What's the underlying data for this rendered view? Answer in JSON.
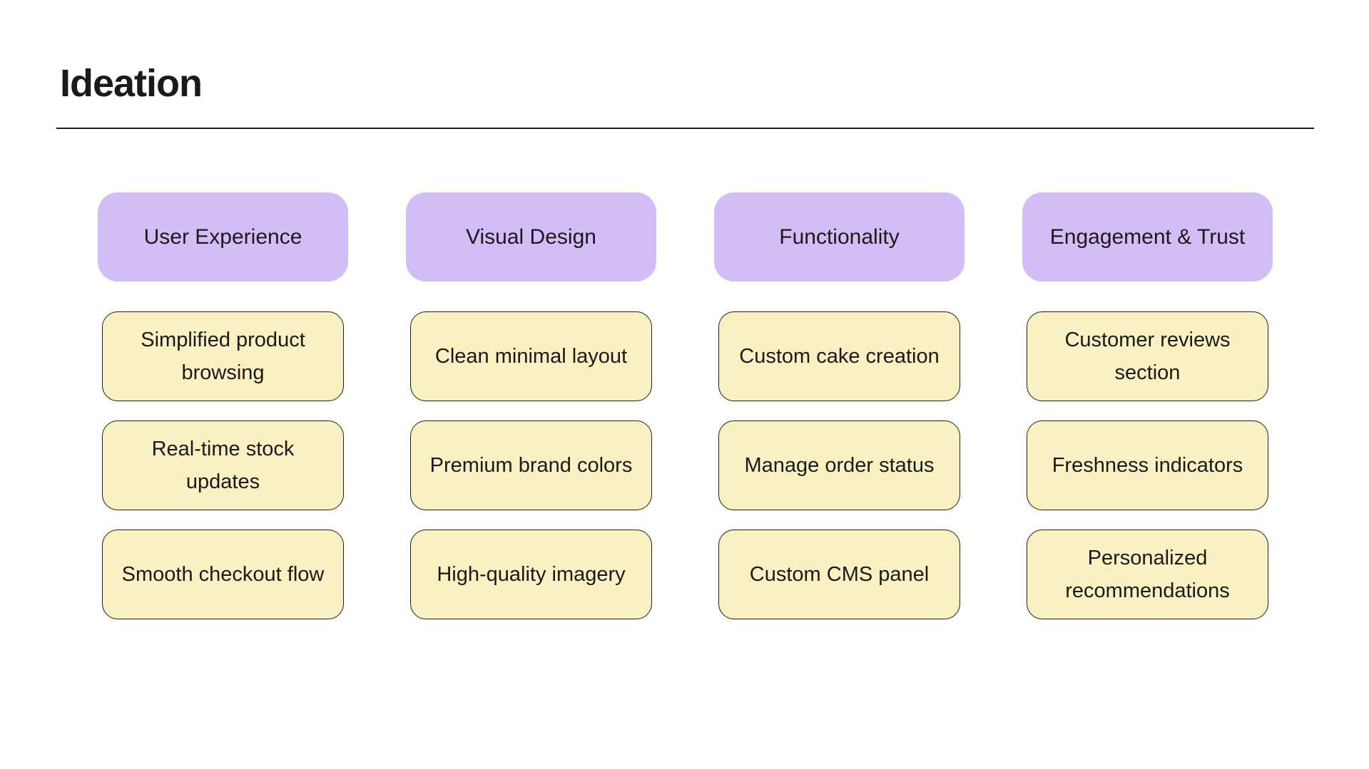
{
  "page": {
    "title": "Ideation"
  },
  "colors": {
    "header_fill": "#d2bdf7",
    "card_fill": "#f9f1c1",
    "card_border": "#1e1e1e",
    "text": "#1a1a1a",
    "divider": "#1a1a1a"
  },
  "board": {
    "columns": [
      {
        "header": "User Experience",
        "cards": [
          "Simplified product browsing",
          "Real-time stock updates",
          "Smooth checkout flow"
        ]
      },
      {
        "header": "Visual Design",
        "cards": [
          "Clean minimal layout",
          "Premium brand colors",
          "High-quality imagery"
        ]
      },
      {
        "header": "Functionality",
        "cards": [
          "Custom cake creation",
          "Manage order status",
          "Custom CMS panel"
        ]
      },
      {
        "header": "Engagement & Trust",
        "cards": [
          "Customer reviews section",
          "Freshness indicators",
          "Personalized recommendations"
        ]
      }
    ]
  }
}
